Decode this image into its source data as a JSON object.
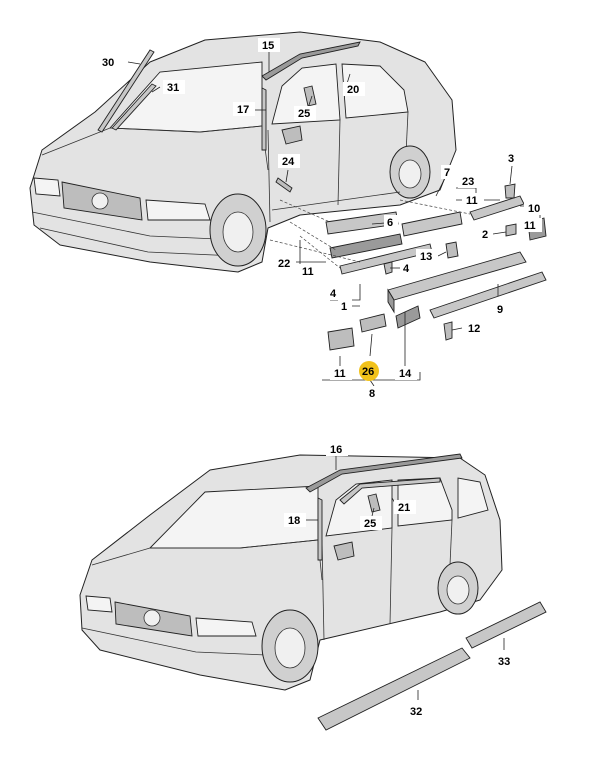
{
  "labels": {
    "l1": "1",
    "l2": "2",
    "l3": "3",
    "l4a": "4",
    "l4b": "4",
    "l6": "6",
    "l7": "7",
    "l8": "8",
    "l9": "9",
    "l10": "10",
    "l11a": "11",
    "l11b": "11",
    "l11c": "11",
    "l11d": "11",
    "l12": "12",
    "l13": "13",
    "l14": "14",
    "l15": "15",
    "l16": "16",
    "l17": "17",
    "l18": "18",
    "l20": "20",
    "l21": "21",
    "l22": "22",
    "l23": "23",
    "l24": "24",
    "l25a": "25",
    "l25b": "25",
    "l26": "26",
    "l30": "30",
    "l31": "31",
    "l32": "32",
    "l33": "33"
  },
  "colors": {
    "highlight": "#f2c21a",
    "car_body": "#e3e3e3",
    "part_fill": "#c7c7c7",
    "line": "#222222"
  }
}
